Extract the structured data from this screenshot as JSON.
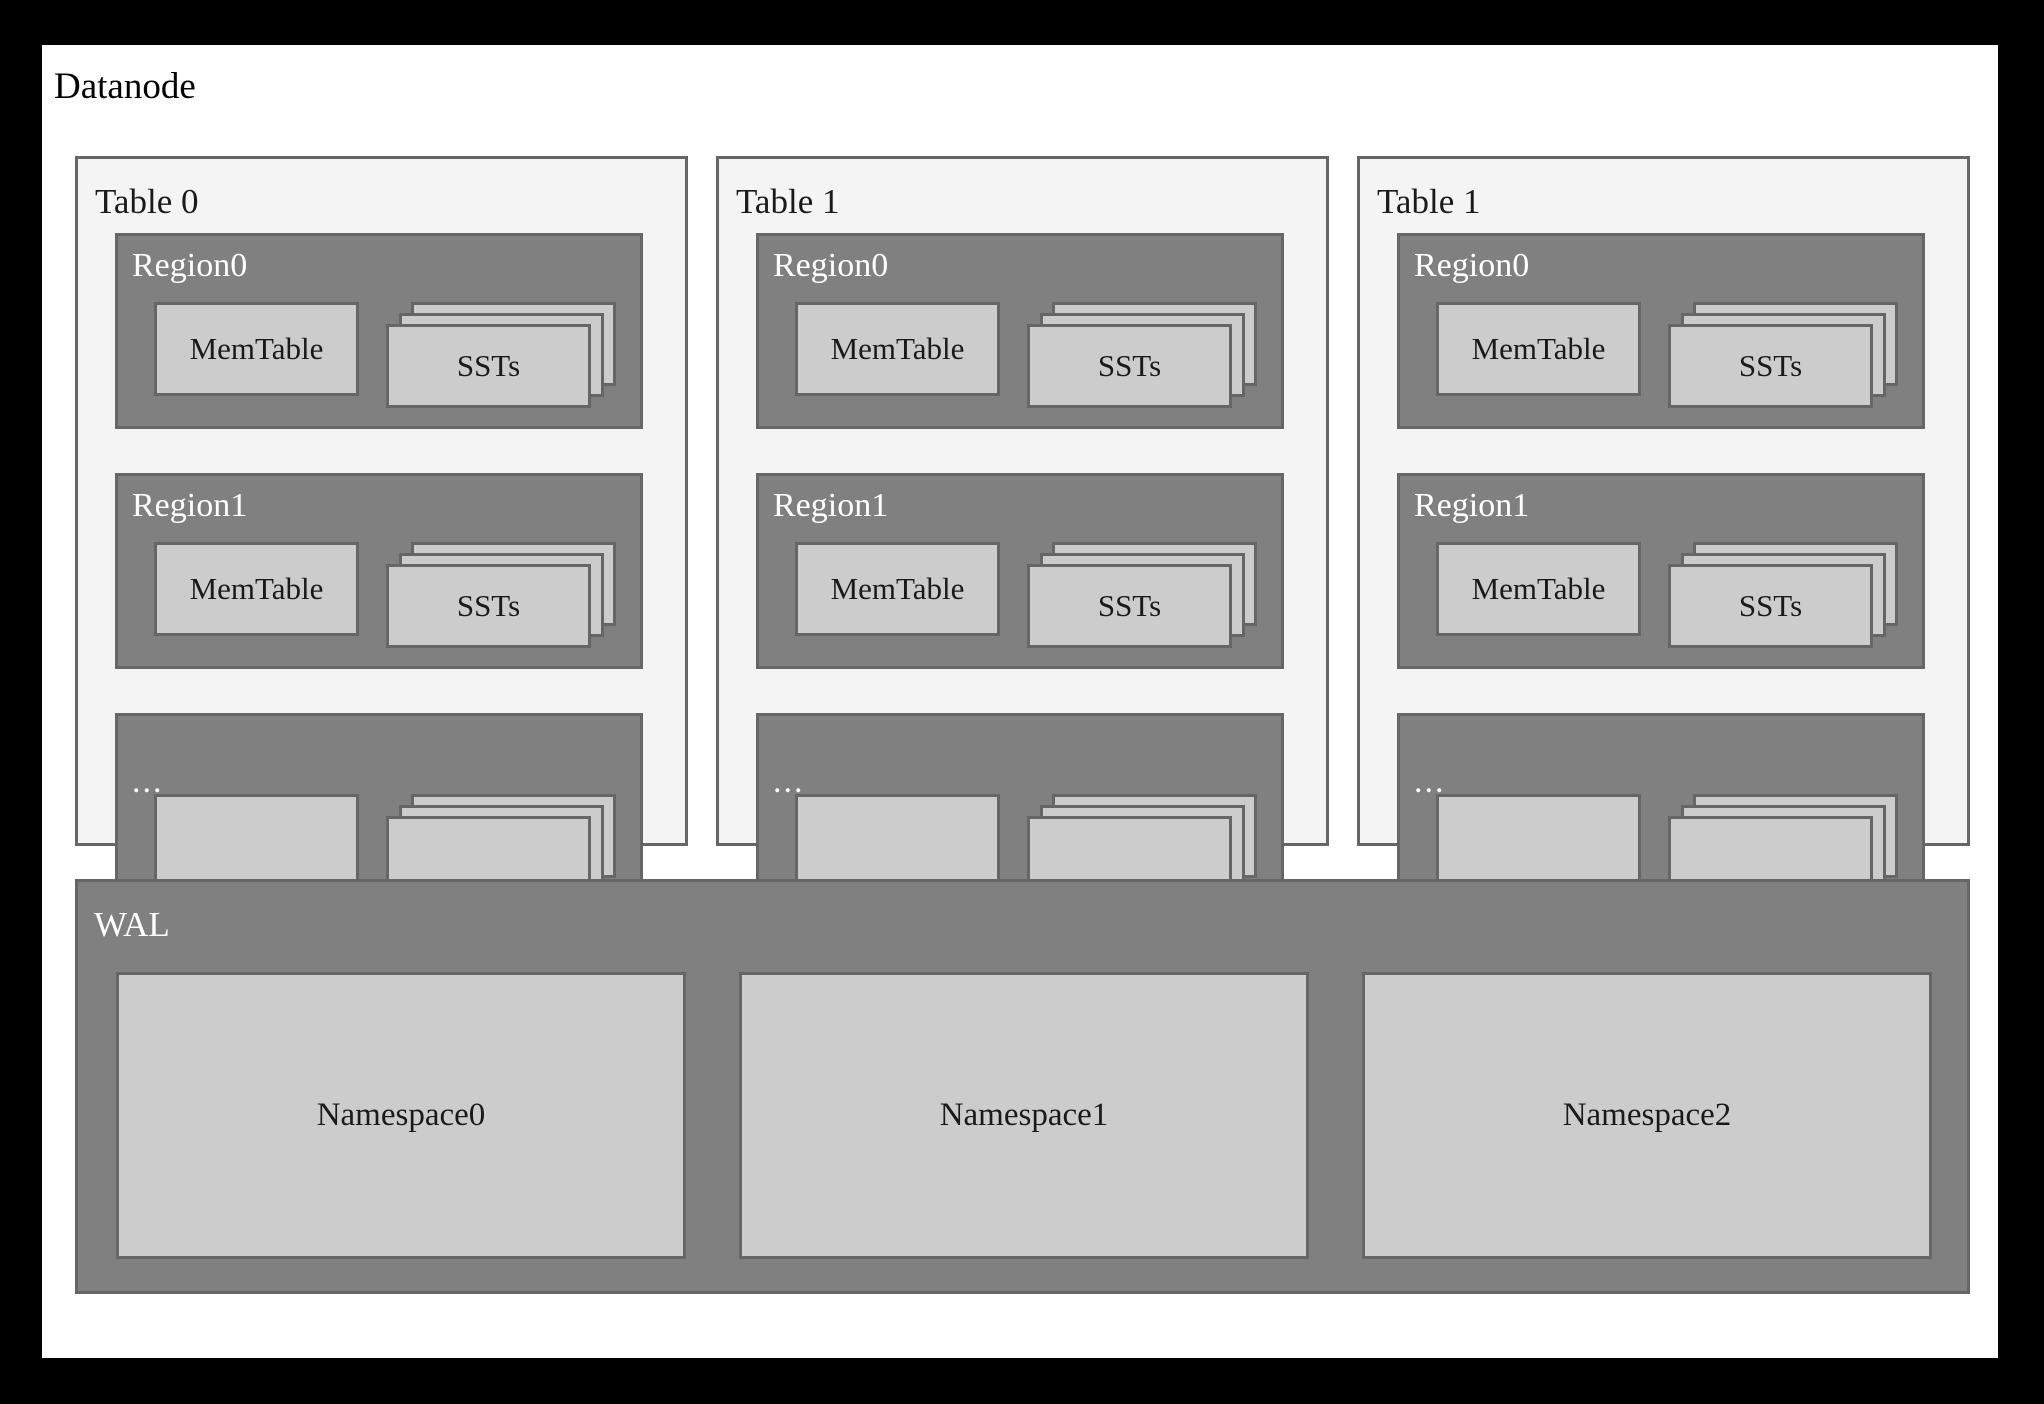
{
  "diagram": {
    "title": "Datanode",
    "colors": {
      "frame_border": "#000000",
      "canvas_bg": "#ffffff",
      "table_bg": "#f4f4f4",
      "region_bg": "#808080",
      "box_bg": "#cccccc",
      "border": "#666666",
      "text_dark": "#1a1a1a",
      "text_light": "#ffffff"
    },
    "tables": [
      {
        "label": "Table 0",
        "regions": [
          {
            "label": "Region0",
            "is_ellipsis": false,
            "memtable_label": "MemTable",
            "ssts_label": "SSTs"
          },
          {
            "label": "Region1",
            "is_ellipsis": false,
            "memtable_label": "MemTable",
            "ssts_label": "SSTs"
          },
          {
            "label": "...",
            "is_ellipsis": true,
            "memtable_label": "",
            "ssts_label": ""
          }
        ]
      },
      {
        "label": "Table 1",
        "regions": [
          {
            "label": "Region0",
            "is_ellipsis": false,
            "memtable_label": "MemTable",
            "ssts_label": "SSTs"
          },
          {
            "label": "Region1",
            "is_ellipsis": false,
            "memtable_label": "MemTable",
            "ssts_label": "SSTs"
          },
          {
            "label": "...",
            "is_ellipsis": true,
            "memtable_label": "",
            "ssts_label": ""
          }
        ]
      },
      {
        "label": "Table 1",
        "regions": [
          {
            "label": "Region0",
            "is_ellipsis": false,
            "memtable_label": "MemTable",
            "ssts_label": "SSTs"
          },
          {
            "label": "Region1",
            "is_ellipsis": false,
            "memtable_label": "MemTable",
            "ssts_label": "SSTs"
          },
          {
            "label": "...",
            "is_ellipsis": true,
            "memtable_label": "",
            "ssts_label": ""
          }
        ]
      }
    ],
    "wal": {
      "label": "WAL",
      "namespaces": [
        {
          "label": "Namespace0"
        },
        {
          "label": "Namespace1"
        },
        {
          "label": "Namespace2"
        }
      ]
    }
  }
}
